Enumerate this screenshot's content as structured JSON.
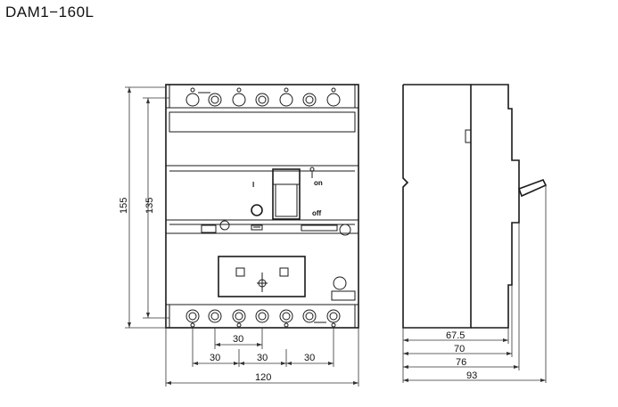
{
  "title": "DAM1−160L",
  "front_view": {
    "on_label": "I",
    "on_text": "on",
    "off_text": "off",
    "dims": {
      "height_outer": "155",
      "height_inner": "135",
      "width_total": "120",
      "pitch_top": "30",
      "pitch_bottom_1": "30",
      "pitch_bottom_2": "30",
      "pitch_bottom_3": "30"
    }
  },
  "side_view": {
    "dims": {
      "d1": "67.5",
      "d2": "70",
      "d3": "76",
      "d4": "93"
    }
  }
}
